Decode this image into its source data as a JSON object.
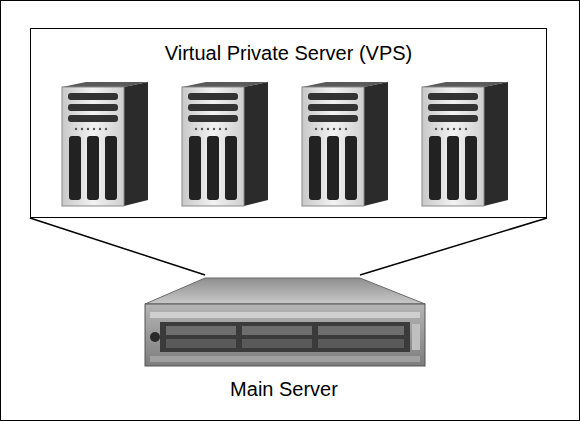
{
  "diagram": {
    "nodes": [
      {
        "text": [
          "Virtual Private Server (VPS)"
        ]
      },
      {
        "text": [
          "Main Server"
        ]
      }
    ],
    "edges": [
      {
        "from": 0,
        "to": 1,
        "arrow": "none"
      },
      {
        "from": 0,
        "to": 1,
        "arrow": "none"
      }
    ]
  }
}
